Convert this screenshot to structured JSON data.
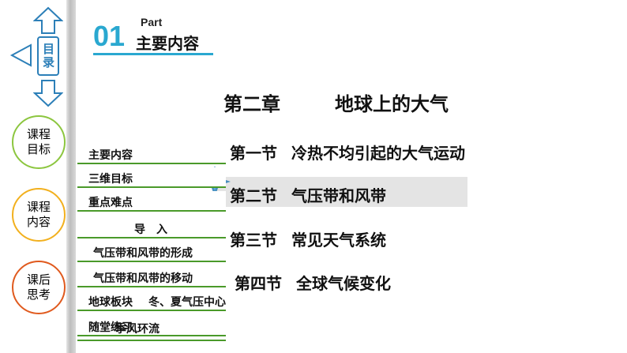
{
  "nav": {
    "up_icon": "up-arrow-icon",
    "left_icon": "left-triangle-icon",
    "down_icon": "down-arrow-icon",
    "mulu_label": "目录",
    "circles": [
      {
        "label": "课程目标",
        "color": "#8cc63f"
      },
      {
        "label": "课程内容",
        "color": "#f2b01e"
      },
      {
        "label": "课后思考",
        "color": "#e05a1e"
      }
    ]
  },
  "header": {
    "number": "01",
    "part": "Part",
    "subtitle": "主要内容",
    "accent": "#2aa8d0"
  },
  "chapter": {
    "number": "第二章",
    "title": "地球上的大气"
  },
  "sections": [
    {
      "num": "第一节",
      "title": "冷热不均引起的大气运动"
    },
    {
      "num": "第二节",
      "title": "气压带和风带"
    },
    {
      "num": "第三节",
      "title": "常见天气系统"
    },
    {
      "num": "第四节",
      "title": "全球气候变化"
    }
  ],
  "submenu": {
    "items": [
      "主要内容",
      "三维目标",
      "重点难点",
      "导　入",
      "气压带和风带的形成",
      "气压带和风带的移动",
      "地球板块",
      "冬、夏气压中心",
      "随堂练习",
      "季风环流"
    ],
    "accent": "#4a9a2a"
  }
}
